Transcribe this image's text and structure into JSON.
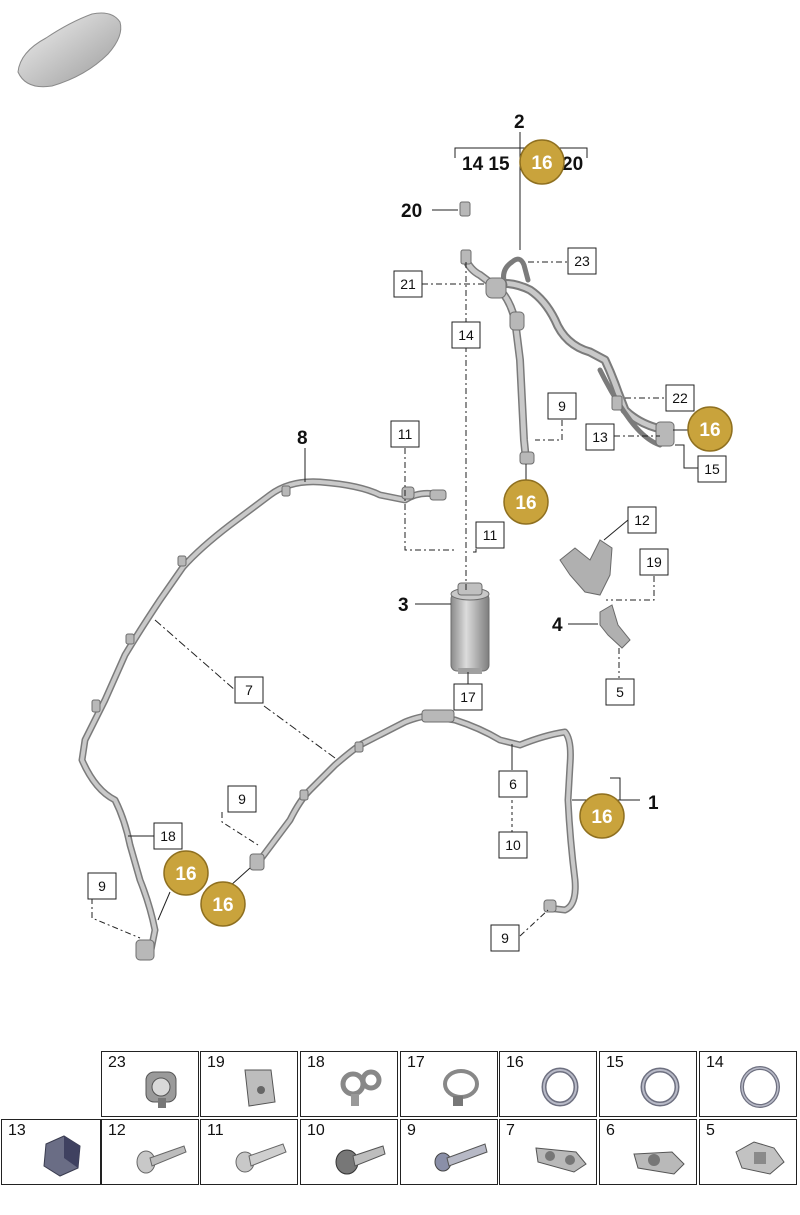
{
  "header": {
    "car_icon": "car-silhouette-icon"
  },
  "labels": {
    "bold": {
      "l1": "1",
      "l2": "2",
      "l3": "3",
      "l4": "4",
      "l8": "8",
      "l20": "20"
    },
    "group2_row": "14 15",
    "group2_tail": "20",
    "boxed": {
      "b23": "23",
      "b21": "21",
      "b14": "14",
      "b22": "22",
      "b9a": "9",
      "b13": "13",
      "b15": "15",
      "b11a": "11",
      "b11b": "11",
      "b12": "12",
      "b19": "19",
      "b5": "5",
      "b17": "17",
      "b7": "7",
      "b6": "6",
      "b10": "10",
      "b9b": "9",
      "b18": "18",
      "b9c": "9",
      "b9d": "9"
    },
    "seal": "16"
  },
  "legend": {
    "row1": [
      {
        "num": "23",
        "icon": "clip-holder-icon"
      },
      {
        "num": "19",
        "icon": "bracket-clip-icon"
      },
      {
        "num": "18",
        "icon": "double-clip-icon"
      },
      {
        "num": "17",
        "icon": "hose-clamp-icon"
      },
      {
        "num": "16",
        "icon": "o-ring-icon"
      },
      {
        "num": "15",
        "icon": "o-ring-icon"
      },
      {
        "num": "14",
        "icon": "o-ring-icon"
      }
    ],
    "row2": [
      {
        "num": "13",
        "icon": "hex-nut-icon"
      },
      {
        "num": "12",
        "icon": "flange-bolt-icon"
      },
      {
        "num": "11",
        "icon": "bolt-icon"
      },
      {
        "num": "10",
        "icon": "torx-bolt-icon"
      },
      {
        "num": "9",
        "icon": "screw-icon"
      },
      {
        "num": "7",
        "icon": "pipe-holder-icon"
      },
      {
        "num": "6",
        "icon": "holder-icon"
      },
      {
        "num": "5",
        "icon": "retainer-icon"
      }
    ]
  },
  "colors": {
    "seal_gold": "#c9a33c",
    "seal_border": "#8f7020",
    "pipe": "#a9a9a9",
    "pipe_edge": "#7a7a7a"
  }
}
